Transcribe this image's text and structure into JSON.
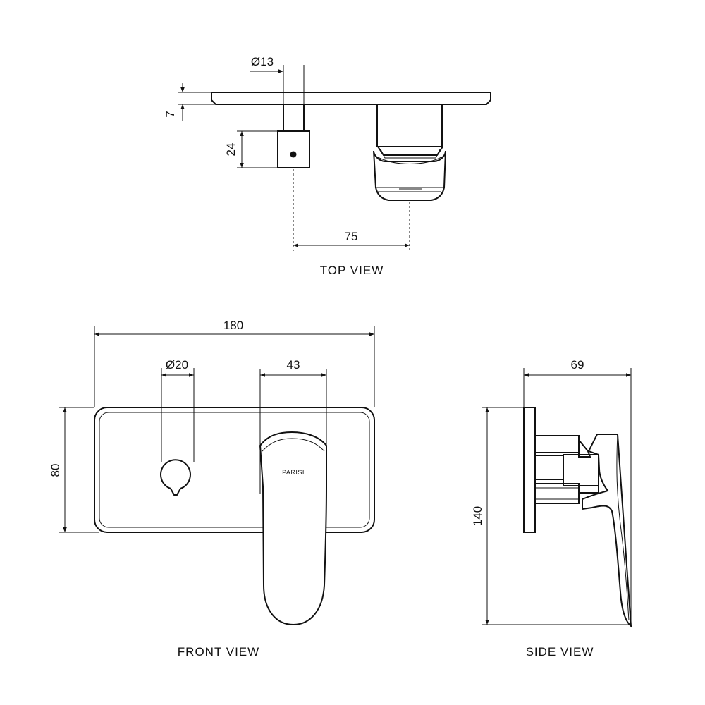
{
  "views": {
    "top": "TOP VIEW",
    "front": "FRONT VIEW",
    "side": "SIDE VIEW"
  },
  "dimensions": {
    "top_diameter": "Ø13",
    "top_plate_thickness": "7",
    "top_knob_depth": "24",
    "top_spacing": "75",
    "front_width": "180",
    "front_knob_diameter": "Ø20",
    "front_handle_width": "43",
    "front_height": "80",
    "side_depth": "69",
    "side_height": "140"
  },
  "brand": "PARISI",
  "colors": {
    "line": "#111111",
    "background": "#ffffff"
  }
}
